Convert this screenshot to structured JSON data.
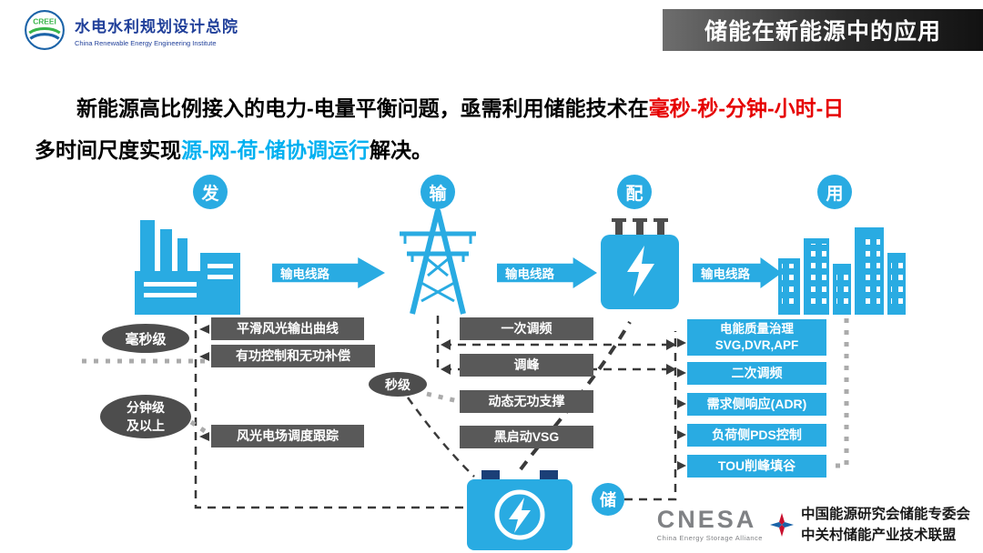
{
  "header": {
    "logo_acronym": "CREEI",
    "org_cn": "水电水利规划设计总院",
    "org_en": "China Renewable Energy Engineering Institute",
    "slide_title": "储能在新能源中的应用"
  },
  "intro": {
    "seg1": "新能源高比例接入的电力-电量平衡问题，亟需利用储能技术在",
    "seg_red": "毫秒-秒-分钟-小时-日",
    "seg2": "多时间尺度实现",
    "seg_blue": "源-网-荷-储协调运行",
    "seg3": "解决。"
  },
  "stages": {
    "generation": "发",
    "transmission": "输",
    "distribution": "配",
    "consumption": "用",
    "storage": "储"
  },
  "flow_arrows": [
    "输电线路",
    "输电线路",
    "输电线路"
  ],
  "time_scales": {
    "millisecond": "毫秒级",
    "second": "秒级",
    "minute_line1": "分钟级",
    "minute_line2": "及以上"
  },
  "left_boxes": [
    "平滑风光输出曲线",
    "有功控制和无功补偿",
    "风光电场调度跟踪"
  ],
  "middle_boxes": [
    "一次调频",
    "调峰",
    "动态无功支撑",
    "黑启动VSG"
  ],
  "right_boxes": [
    {
      "line1": "电能质量治理",
      "line2": "SVG,DVR,APF"
    },
    {
      "line1": "二次调频"
    },
    {
      "line1": "需求侧响应(ADR)"
    },
    {
      "line1": "负荷侧PDS控制"
    },
    {
      "line1": "TOU削峰填谷"
    }
  ],
  "footer": {
    "cnesa": "CNESA",
    "cnesa_sub": "China Energy Storage Alliance",
    "org1": "中国能源研究会储能专委会",
    "org2": "中关村储能产业技术联盟"
  },
  "colors": {
    "primary_blue": "#29abe2",
    "dark_gray_box": "#595959",
    "ellipse_gray": "#4d4d4d",
    "red_text": "#e60000",
    "blue_text": "#00b0f0",
    "title_bar": "#2c2c2c"
  }
}
